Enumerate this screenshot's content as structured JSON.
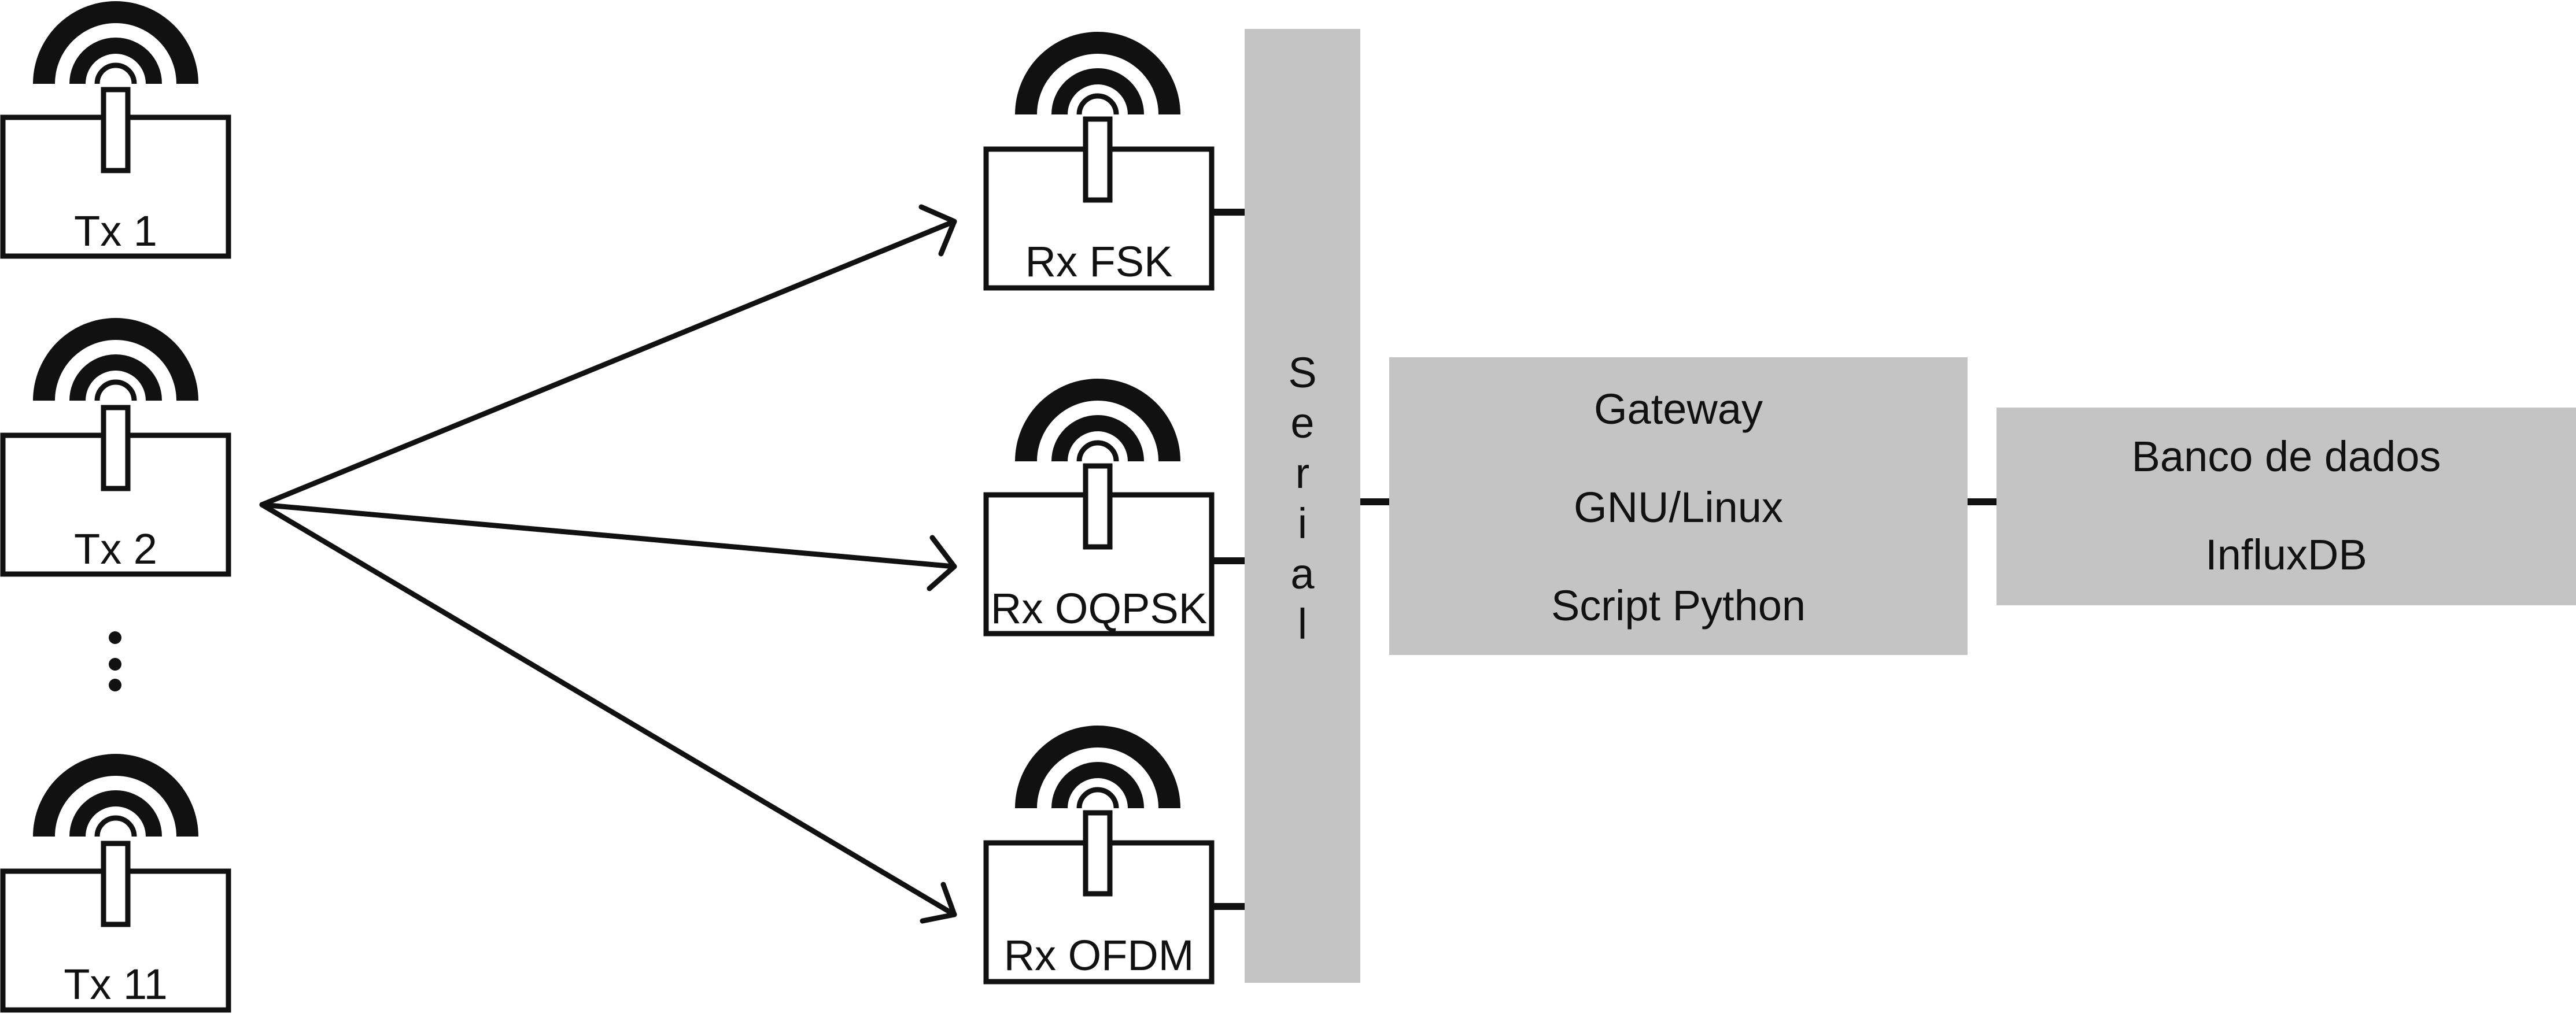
{
  "colors": {
    "stroke": "#111111",
    "panel_fill": "#c4c4c4",
    "background": "#ffffff"
  },
  "transmitters": [
    {
      "label": "Tx 1",
      "icon": "antenna-icon"
    },
    {
      "label": "Tx 2",
      "icon": "antenna-icon"
    },
    {
      "label": "Tx 11",
      "icon": "antenna-icon"
    }
  ],
  "ellipsis_icon": "vertical-ellipsis-icon",
  "receivers": [
    {
      "label": "Rx FSK",
      "icon": "antenna-icon"
    },
    {
      "label": "Rx OQPSK",
      "icon": "antenna-icon"
    },
    {
      "label": "Rx OFDM",
      "icon": "antenna-icon"
    }
  ],
  "serial": {
    "label": "Serial"
  },
  "gateway": {
    "lines": [
      "Gateway",
      "GNU/Linux",
      "Script Python"
    ]
  },
  "database": {
    "lines": [
      "Banco de dados",
      "InfluxDB"
    ]
  }
}
